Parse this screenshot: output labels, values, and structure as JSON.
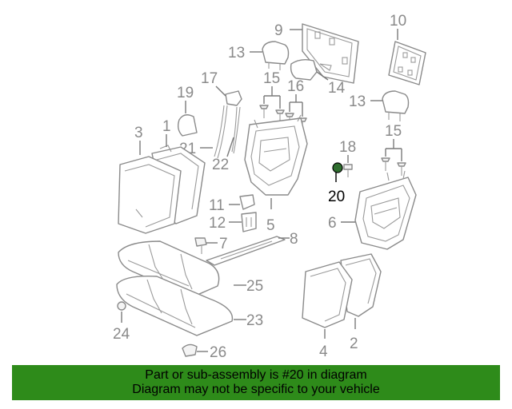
{
  "callouts": {
    "c1": "1",
    "c2": "2",
    "c3": "3",
    "c4": "4",
    "c5": "5",
    "c6": "6",
    "c7": "7",
    "c8": "8",
    "c9": "9",
    "c10": "10",
    "c11": "11",
    "c12": "12",
    "c13a": "13",
    "c13b": "13",
    "c14": "14",
    "c15a": "15",
    "c15b": "15",
    "c16": "16",
    "c17": "17",
    "c18": "18",
    "c19": "19",
    "c20": "20",
    "c21": "21",
    "c22": "22",
    "c23": "23",
    "c24": "24",
    "c25": "25",
    "c26": "26"
  },
  "highlight": {
    "part_number": "20",
    "color": "#2e8b1a"
  },
  "banner": {
    "line1": "Part or sub-assembly is #20 in diagram",
    "line2": "Diagram may not be specific to your vehicle",
    "background": "#2e8b1a"
  }
}
